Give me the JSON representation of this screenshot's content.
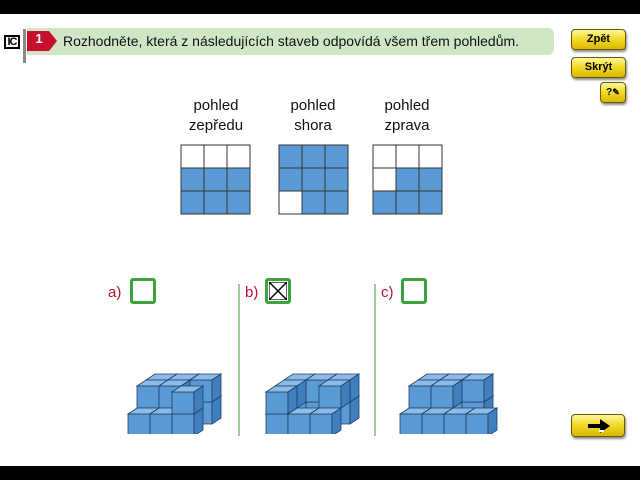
{
  "header": {
    "logo_text": "IC",
    "question_number": "1",
    "instruction": "Rozhodněte, která z následujících staveb odpovídá všem třem pohledům."
  },
  "buttons": {
    "back": "Zpět",
    "hide": "Skrýt",
    "help": "?",
    "next_icon": "arrow-right-icon"
  },
  "views": [
    {
      "line1": "pohled",
      "line2": "zepředu",
      "grid": [
        [
          0,
          0,
          0
        ],
        [
          1,
          1,
          1
        ],
        [
          1,
          1,
          1
        ]
      ]
    },
    {
      "line1": "pohled",
      "line2": "shora",
      "grid": [
        [
          1,
          1,
          1
        ],
        [
          1,
          1,
          1
        ],
        [
          0,
          1,
          1
        ]
      ]
    },
    {
      "line1": "pohled",
      "line2": "zprava",
      "grid": [
        [
          0,
          0,
          0
        ],
        [
          0,
          1,
          1
        ],
        [
          1,
          1,
          1
        ]
      ]
    }
  ],
  "options": [
    {
      "label": "a)",
      "checked": false
    },
    {
      "label": "b)",
      "checked": true
    },
    {
      "label": "c)",
      "checked": false
    }
  ],
  "colors": {
    "cube_fill": "#5b9bd5",
    "grid_fill": "#5b9bd5",
    "checkbox_border": "#3da33d",
    "option_label": "#b3122e",
    "instruction_bar": "#cfe6c7",
    "badge": "#c8102e"
  }
}
